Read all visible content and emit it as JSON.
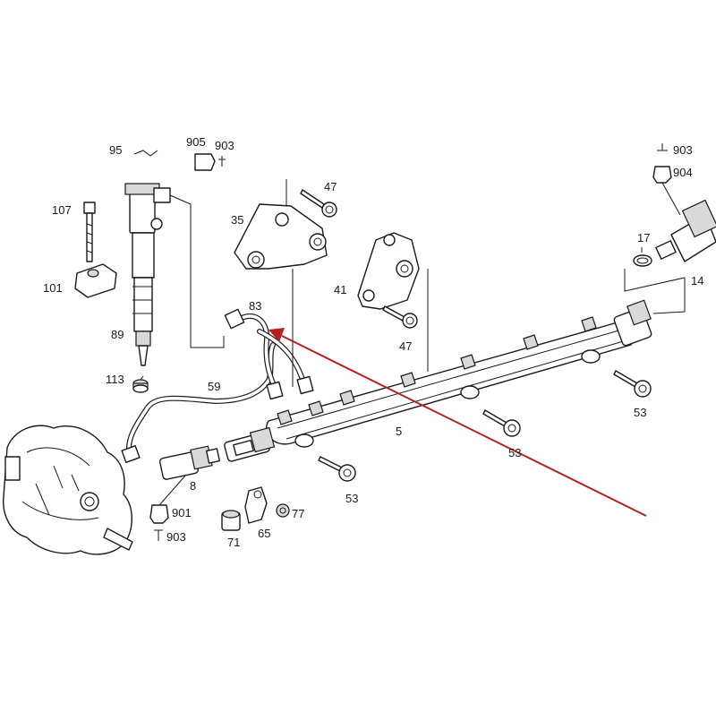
{
  "callouts": {
    "c95": "95",
    "c905": "905",
    "c903a": "903",
    "c107": "107",
    "c101": "101",
    "c89": "89",
    "c113": "113",
    "c59": "59",
    "c83": "83",
    "c35": "35",
    "c47a": "47",
    "c41": "41",
    "c47b": "47",
    "c903b": "903",
    "c904": "904",
    "c17": "17",
    "c14": "14",
    "c5": "5",
    "c53a": "53",
    "c53b": "53",
    "c53c": "53",
    "c8": "8",
    "c901": "901",
    "c903c": "903",
    "c71": "71",
    "c65": "65",
    "c77": "77"
  },
  "colors": {
    "line": "#1a1a1a",
    "arrow": "#b22222",
    "part_fill": "#ffffff",
    "shade": "#d9d9d9"
  }
}
